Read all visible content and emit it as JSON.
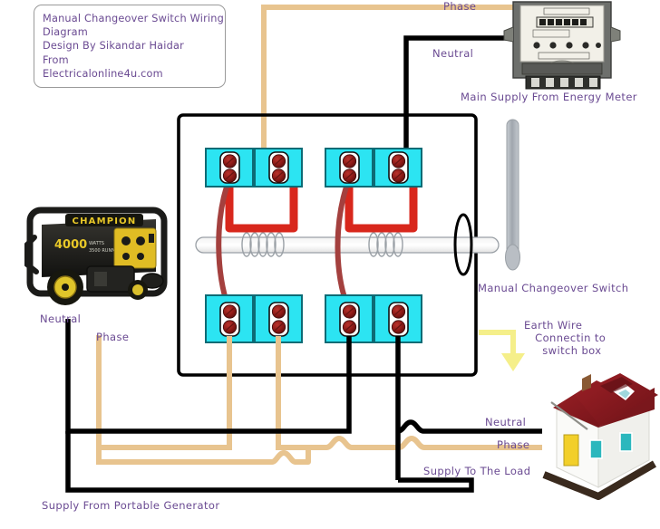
{
  "title_box": {
    "lines": [
      "Manual Changeover Switch Wiring",
      "Diagram",
      "Design By Sikandar Haidar",
      "From",
      "Electricalonline4u.com"
    ]
  },
  "labels": {
    "top_phase": "Phase",
    "top_neutral": "Neutral",
    "energy_meter": "Main Supply From Energy Meter",
    "changeover_switch": "Manual Changeover Switch",
    "earth_wire": "Earth Wire\n   Connectin to\n     switch box",
    "gen_neutral": "Neutral",
    "gen_phase": "Phase",
    "load_neutral": "Neutral",
    "load_phase": "Phase",
    "supply_to_load": "Supply To The Load",
    "supply_from_generator": "Supply From Portable Generator"
  },
  "colors": {
    "label_text": "#6a4a92",
    "phase_wire": "#e8c48f",
    "neutral_wire": "#000000",
    "jumper_wire": "#d8271c",
    "switch_plate": "#2ce4f2",
    "switch_plate_border": "#0d6b75",
    "terminal_screw": "#8d1a17",
    "earth_arrow": "#f5ef8a",
    "box_outline": "#000000",
    "shaft": "#a8adb4",
    "generator_body": "#1c1c1c",
    "generator_accent": "#e8c828",
    "house_roof": "#8b1d22",
    "house_wall": "#fbfbfb",
    "house_door": "#f2cf2a",
    "house_window": "#2bb7bd",
    "meter_body": "#f2f0e8"
  },
  "equipment": {
    "generator_brand": "CHAMPION",
    "generator_rating": "4000"
  },
  "switch_box": {
    "rows": [
      {
        "name": "top-row",
        "switches": [
          {
            "id": "t1",
            "wire": "none"
          },
          {
            "id": "t2",
            "wire": "phase"
          },
          {
            "id": "t3",
            "wire": "none"
          },
          {
            "id": "t4",
            "wire": "neutral"
          }
        ]
      },
      {
        "name": "bottom-row",
        "switches": [
          {
            "id": "b1",
            "wire": "phase"
          },
          {
            "id": "b2",
            "wire": "phase"
          },
          {
            "id": "b3",
            "wire": "neutral"
          },
          {
            "id": "b4",
            "wire": "neutral"
          }
        ]
      }
    ]
  }
}
